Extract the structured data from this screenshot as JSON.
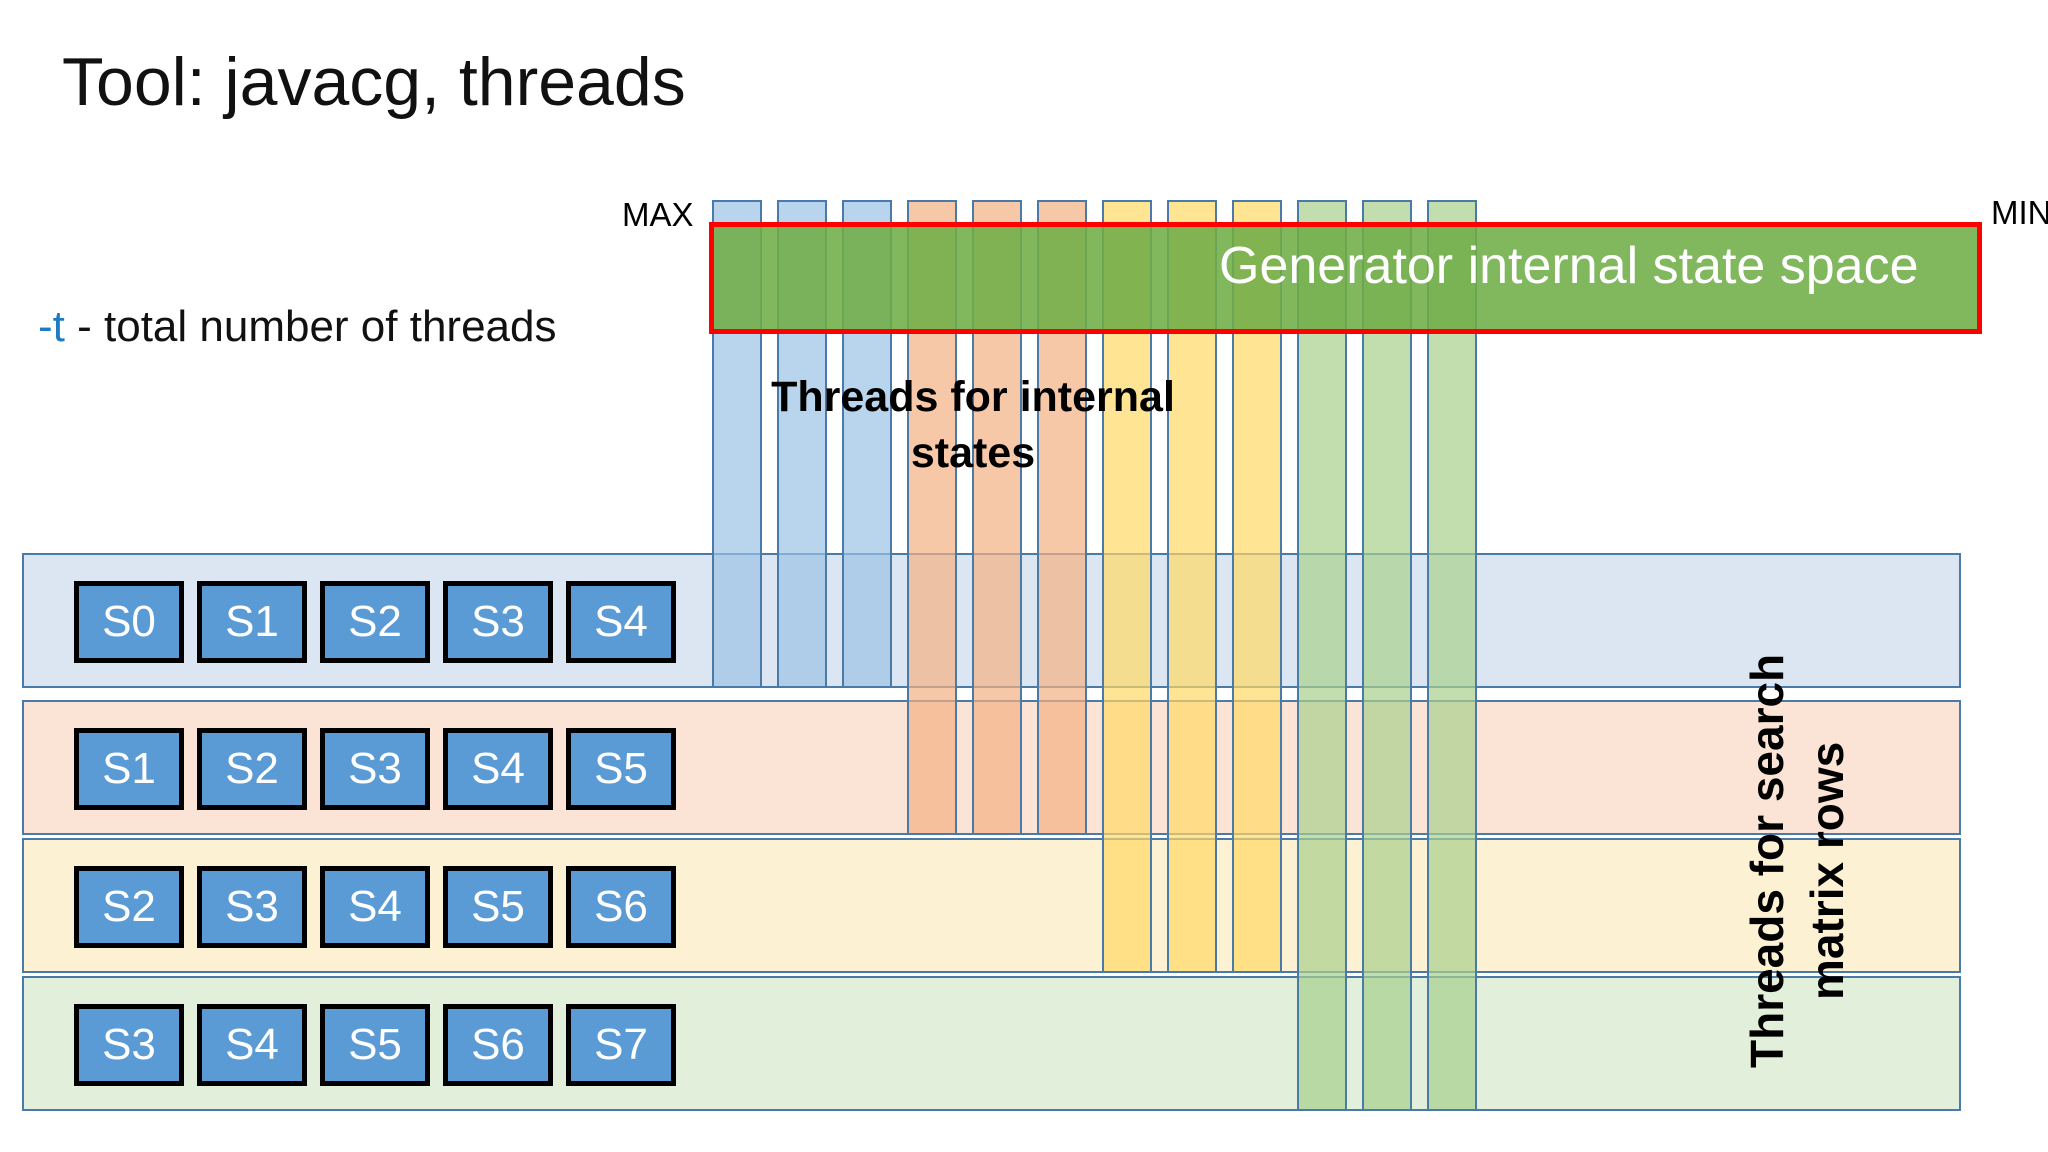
{
  "slide": {
    "title": "Tool: javacg, threads",
    "background": "#ffffff"
  },
  "legend": {
    "flag": "-t",
    "description": " - total number of threads"
  },
  "scale": {
    "max_label": "MAX",
    "min_label": "MIN"
  },
  "generator_band": {
    "label": "Generator internal state space",
    "fill": "#70ad47",
    "border": "#ff0000",
    "text_color": "#ffffff"
  },
  "captions": {
    "internal_states": "Threads for internal states",
    "search_rows_line1": "Threads for search",
    "search_rows_line2": "matrix rows"
  },
  "matrix": {
    "row_colors": [
      "#dce6f2",
      "#fbe4d5",
      "#fdf1d4",
      "#e2efda"
    ],
    "cell_fill": "#5b9bd5",
    "cell_border": "#000000",
    "cell_text_color": "#ffffff",
    "rows": [
      {
        "cells": [
          "S0",
          "S1",
          "S2",
          "S3",
          "S4"
        ]
      },
      {
        "cells": [
          "S1",
          "S2",
          "S3",
          "S4",
          "S5"
        ]
      },
      {
        "cells": [
          "S2",
          "S3",
          "S4",
          "S5",
          "S6"
        ]
      },
      {
        "cells": [
          "S3",
          "S4",
          "S5",
          "S6",
          "S7"
        ]
      }
    ]
  },
  "thread_bars": {
    "groups": [
      {
        "name": "row-1-threads",
        "color": "#9bc2e6",
        "count": 3
      },
      {
        "name": "row-2-threads",
        "color": "#f4b183",
        "count": 3
      },
      {
        "name": "row-3-threads",
        "color": "#ffd966",
        "count": 3
      },
      {
        "name": "row-4-threads",
        "color": "#a8d08d",
        "count": 3
      }
    ],
    "total": 12
  }
}
